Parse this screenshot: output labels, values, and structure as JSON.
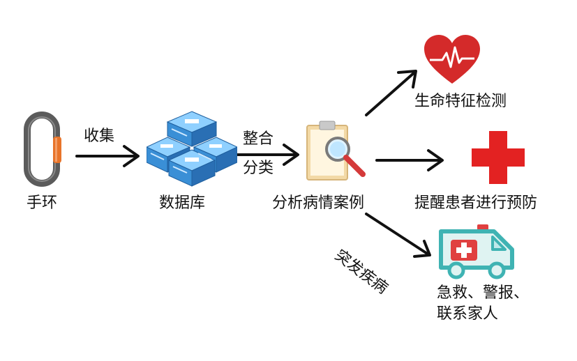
{
  "nodes": {
    "bracelet": {
      "label": "手环",
      "icon": "bracelet-icon"
    },
    "database": {
      "label": "数据库",
      "icon": "database-server-icon"
    },
    "analysis": {
      "label": "分析病情案例",
      "icon": "clipboard-magnifier-icon"
    },
    "vitals": {
      "label": "生命特征检测",
      "icon": "heart-pulse-icon"
    },
    "prevent": {
      "label": "提醒患者进行预防",
      "icon": "red-cross-icon"
    },
    "emergency": {
      "label_line1": "急救、警报、",
      "label_line2": "联系家人",
      "icon": "ambulance-icon"
    }
  },
  "edges": {
    "collect": {
      "label": "收集"
    },
    "integrate": {
      "label_line1": "整合",
      "label_line2": "分类"
    },
    "sudden": {
      "label": "突发疾病"
    }
  },
  "colors": {
    "arrow": "#111111",
    "heart": "#d42a2a",
    "cross": "#e32222",
    "ambulance": "#3fb3b3",
    "server": "#3a8fd6",
    "bracelet": "#5b5b5b",
    "bracelet_accent": "#e8742a"
  }
}
